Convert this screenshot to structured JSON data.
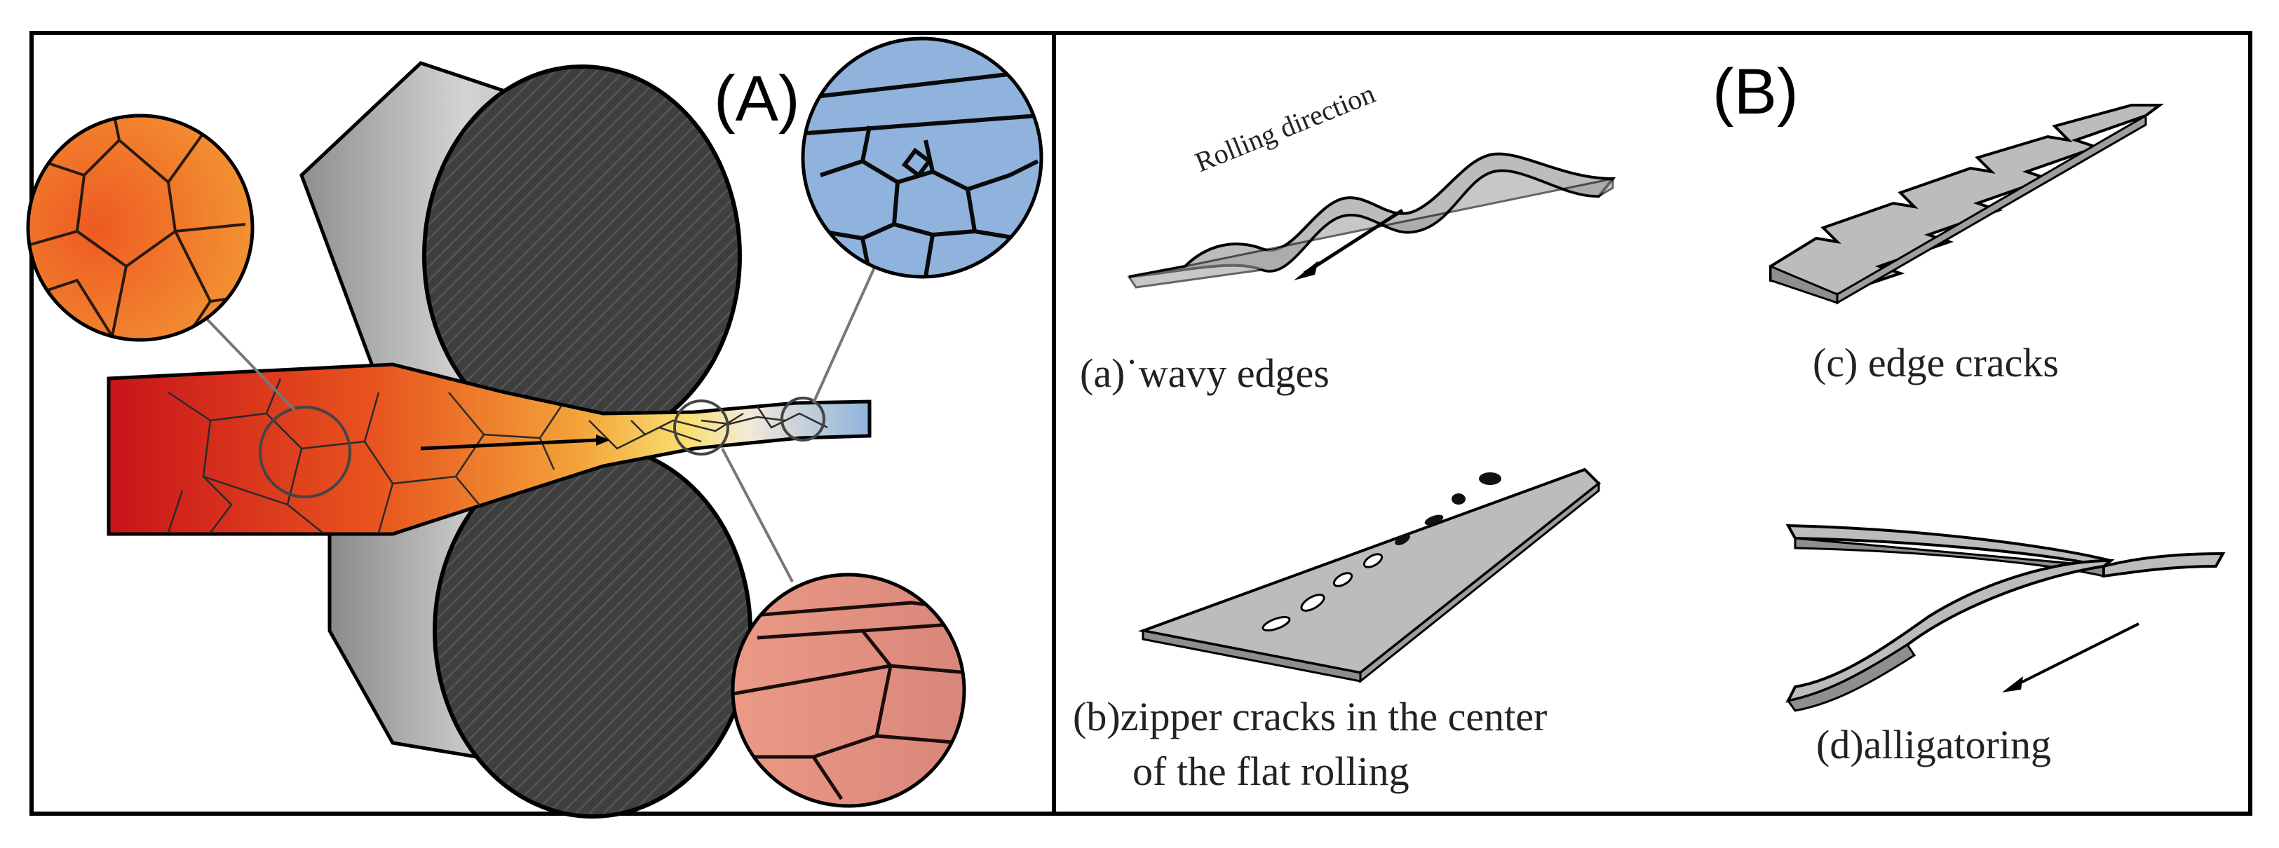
{
  "panel_a": {
    "label": "(A)"
  },
  "panel_b": {
    "label": "(B)",
    "rolling_direction": "Rolling   direction",
    "captions": {
      "a": "(a)˙wavy edges",
      "b_line1": "(b)zipper cracks in the center",
      "b_line2": "of the flat rolling",
      "c": "(c) edge cracks",
      "d": "(d)alligatoring"
    }
  },
  "colors": {
    "hot": "#c8141a",
    "warm": "#f08a2a",
    "yellow": "#f6d84a",
    "cool_blue": "#8fb3dc",
    "pink": "#e9a08e",
    "roll_face": "#3e3e3e",
    "roll_side": "#a8a8a8",
    "sheet": "#b5b5b5"
  }
}
